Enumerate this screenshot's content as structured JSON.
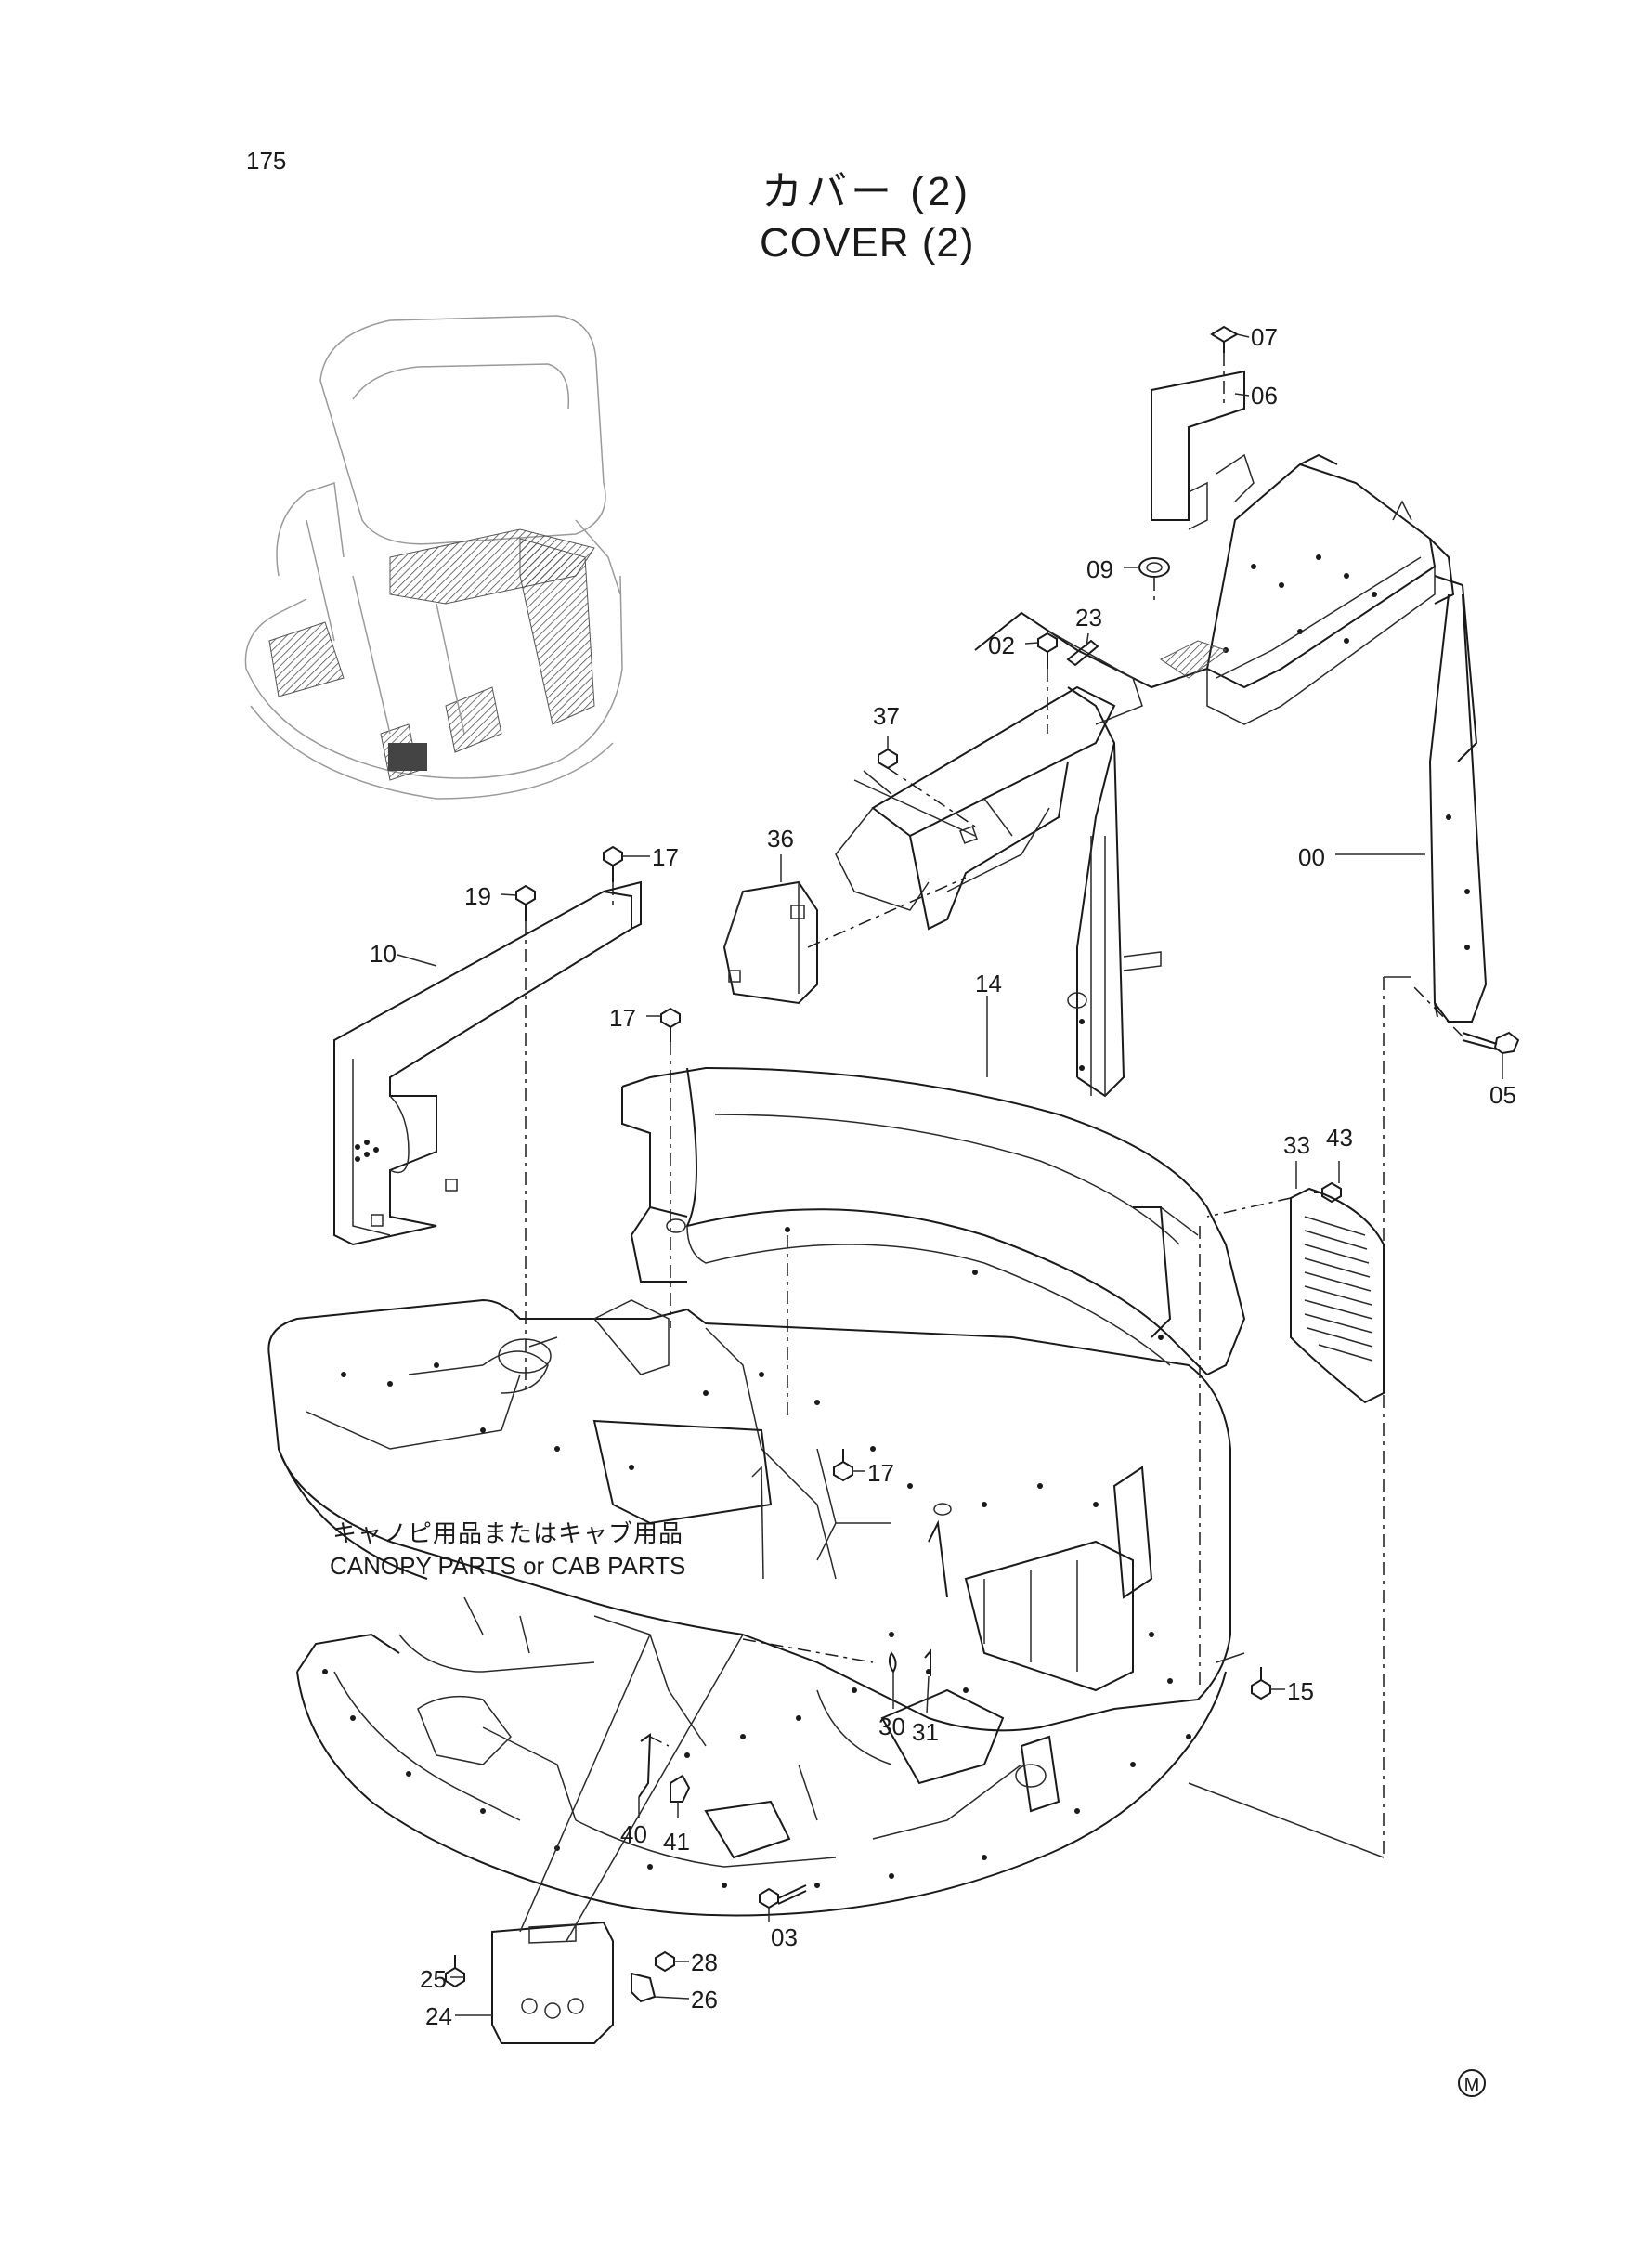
{
  "page_number": "175",
  "title_jp": "カバー (2)",
  "title_en": "COVER (2)",
  "note_jp": "キャノピ用品またはキャブ用品",
  "note_en": "CANOPY PARTS or CAB PARTS",
  "corner_mark": "M",
  "callouts": [
    {
      "id": "07",
      "text": "07"
    },
    {
      "id": "06",
      "text": "06"
    },
    {
      "id": "09",
      "text": "09"
    },
    {
      "id": "02",
      "text": "02"
    },
    {
      "id": "23",
      "text": "23"
    },
    {
      "id": "37",
      "text": "37"
    },
    {
      "id": "36",
      "text": "36"
    },
    {
      "id": "17a",
      "text": "17"
    },
    {
      "id": "19",
      "text": "19"
    },
    {
      "id": "10",
      "text": "10"
    },
    {
      "id": "00",
      "text": "00"
    },
    {
      "id": "05",
      "text": "05"
    },
    {
      "id": "14",
      "text": "14"
    },
    {
      "id": "17b",
      "text": "17"
    },
    {
      "id": "33",
      "text": "33"
    },
    {
      "id": "43",
      "text": "43"
    },
    {
      "id": "17c",
      "text": "17"
    },
    {
      "id": "15",
      "text": "15"
    },
    {
      "id": "30",
      "text": "30"
    },
    {
      "id": "31",
      "text": "31"
    },
    {
      "id": "40",
      "text": "40"
    },
    {
      "id": "41",
      "text": "41"
    },
    {
      "id": "03",
      "text": "03"
    },
    {
      "id": "28",
      "text": "28"
    },
    {
      "id": "25",
      "text": "25"
    },
    {
      "id": "26",
      "text": "26"
    },
    {
      "id": "24",
      "text": "24"
    }
  ]
}
